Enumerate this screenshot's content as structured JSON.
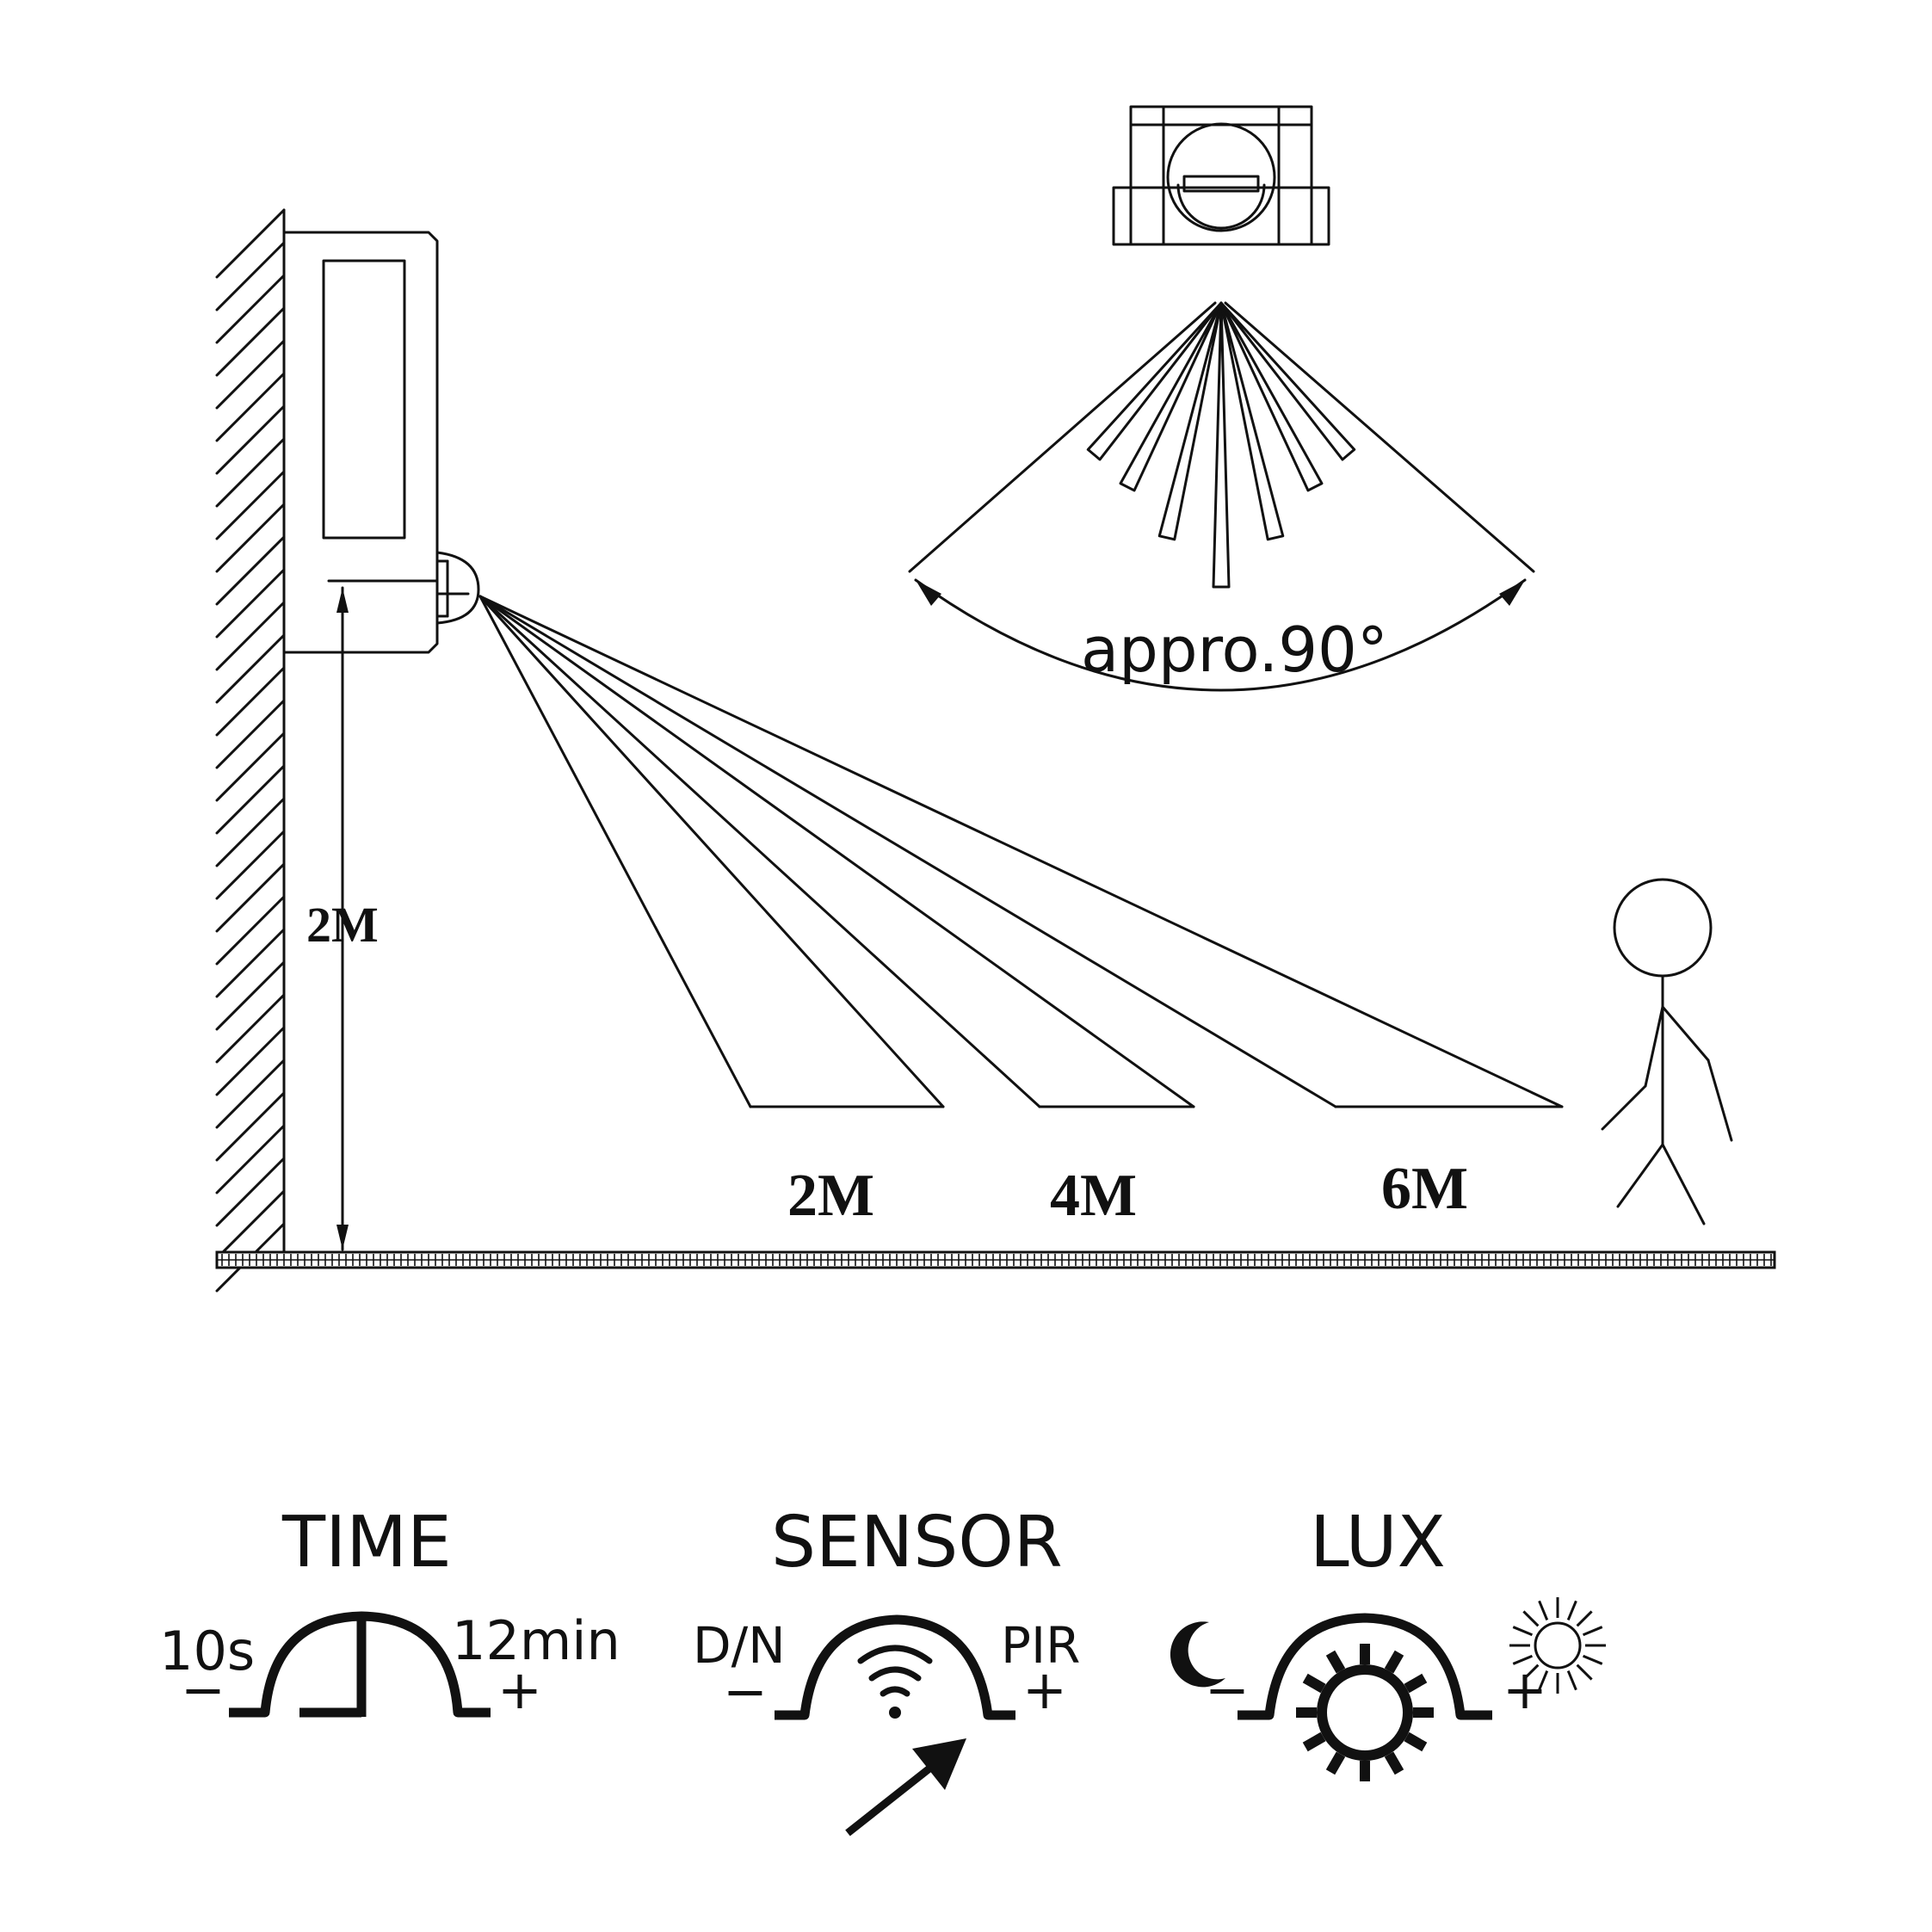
{
  "diagram": {
    "mount_height_label": "2M",
    "range_labels": [
      "2M",
      "4M",
      "6M"
    ],
    "angle_label": "appro.90°"
  },
  "controls": {
    "time": {
      "title": "TIME",
      "min_label": "10s",
      "max_label": "12min",
      "minus": "−",
      "plus": "+"
    },
    "sensor": {
      "title": "SENSOR",
      "min_label": "D/N",
      "max_label": "PIR",
      "minus": "−",
      "plus": "+"
    },
    "lux": {
      "title": "LUX",
      "minus": "−",
      "plus": "+"
    }
  },
  "icons": {
    "wall": "hatched-wall",
    "sensor_side": "pir-sensor-side-view",
    "sensor_top": "pir-sensor-top-view",
    "person": "stick-figure",
    "moon": "crescent-moon-icon",
    "sun_small": "sun-icon",
    "sun_dial": "sun-gear-icon",
    "wifi": "wifi-icon",
    "arrow": "arrow-icon"
  }
}
